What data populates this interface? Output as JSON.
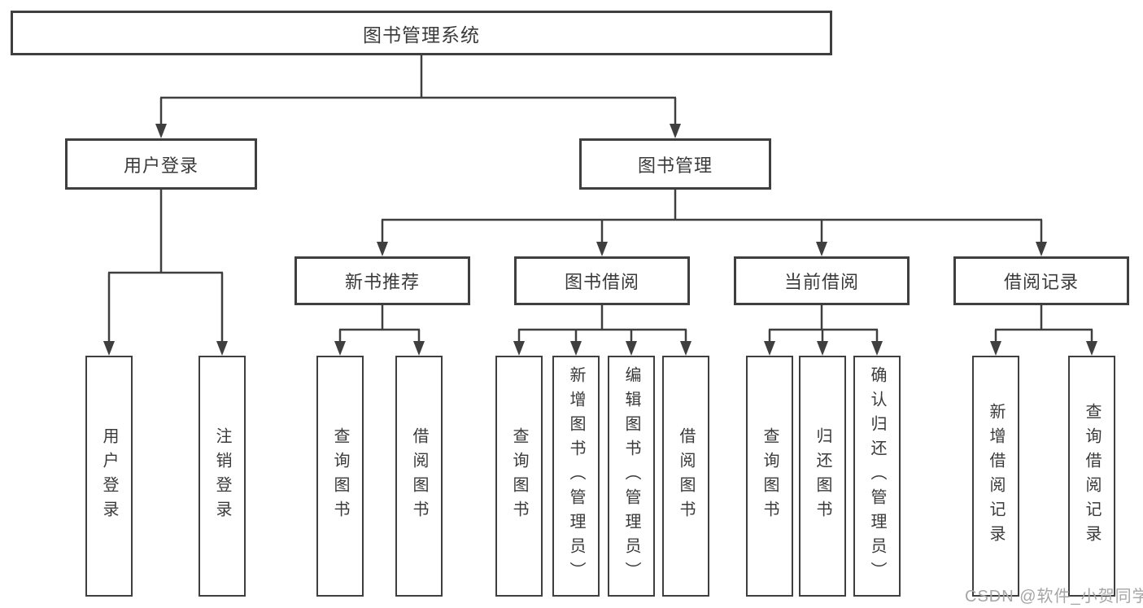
{
  "tree": {
    "root": {
      "label": "图书管理系统"
    },
    "branches": [
      {
        "label": "用户登录",
        "children": [
          {
            "label": "用户登录"
          },
          {
            "label": "注销登录"
          }
        ]
      },
      {
        "label": "图书管理",
        "children": [
          {
            "label": "新书推荐",
            "children": [
              {
                "label": "查询图书"
              },
              {
                "label": "借阅图书"
              }
            ]
          },
          {
            "label": "图书借阅",
            "children": [
              {
                "label": "查询图书"
              },
              {
                "label": "新增图书（管理员）"
              },
              {
                "label": "编辑图书（管理员）"
              },
              {
                "label": "借阅图书"
              }
            ]
          },
          {
            "label": "当前借阅",
            "children": [
              {
                "label": "查询图书"
              },
              {
                "label": "归还图书"
              },
              {
                "label": "确认归还（管理员）"
              }
            ]
          },
          {
            "label": "借阅记录",
            "children": [
              {
                "label": "新增借阅记录"
              },
              {
                "label": "查询借阅记录"
              }
            ]
          }
        ]
      }
    ]
  },
  "watermark": "CSDN @软件_小贺同学",
  "colors": {
    "line": "#3f3f3f",
    "text": "#3a3a3a",
    "background": "#ffffff",
    "watermark": "#a6a6a6"
  }
}
